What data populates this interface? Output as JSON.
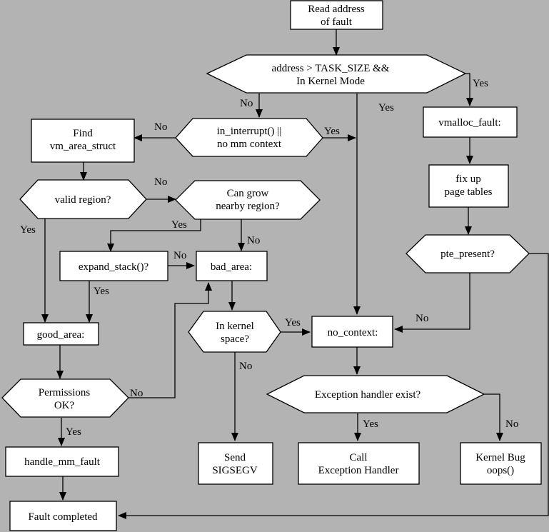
{
  "nodes": {
    "read_address": {
      "line1": "Read address",
      "line2": "of fault"
    },
    "address_check": {
      "line1": "address > TASK_SIZE &&",
      "line2": "In Kernel Mode"
    },
    "find_vma": {
      "line1": "Find",
      "line2": "vm_area_struct"
    },
    "in_interrupt": {
      "line1": "in_interrupt() ||",
      "line2": "no mm context"
    },
    "vmalloc_fault": {
      "line1": "vmalloc_fault:"
    },
    "valid_region": {
      "line1": "valid region?"
    },
    "can_grow": {
      "line1": "Can grow",
      "line2": "nearby region?"
    },
    "fix_page_tables": {
      "line1": "fix up",
      "line2": "page tables"
    },
    "pte_present": {
      "line1": "pte_present?"
    },
    "expand_stack": {
      "line1": "expand_stack()?"
    },
    "bad_area": {
      "line1": "bad_area:"
    },
    "good_area": {
      "line1": "good_area:"
    },
    "in_kernel_space": {
      "line1": "In kernel",
      "line2": "space?"
    },
    "no_context": {
      "line1": "no_context:"
    },
    "permissions_ok": {
      "line1": "Permissions",
      "line2": "OK?"
    },
    "exception_exist": {
      "line1": "Exception handler exist?"
    },
    "handle_mm_fault": {
      "line1": "handle_mm_fault"
    },
    "send_sigsegv": {
      "line1": "Send",
      "line2": "SIGSEGV"
    },
    "call_handler": {
      "line1": "Call",
      "line2": "Exception Handler"
    },
    "kernel_bug": {
      "line1": "Kernel Bug",
      "line2": "oops()"
    },
    "fault_completed": {
      "line1": "Fault completed"
    }
  },
  "edge_labels": {
    "address_no": "No",
    "address_yes_right": "Yes",
    "address_yes_down": "Yes",
    "interrupt_no": "No",
    "interrupt_yes": "Yes",
    "valid_no": "No",
    "valid_yes": "Yes",
    "grow_yes": "Yes",
    "grow_no": "No",
    "expand_no": "No",
    "expand_yes": "Yes",
    "kernel_yes": "Yes",
    "kernel_no": "No",
    "pte_no": "No",
    "perm_no": "No",
    "perm_yes": "Yes",
    "exception_yes": "Yes",
    "exception_no": "No"
  }
}
